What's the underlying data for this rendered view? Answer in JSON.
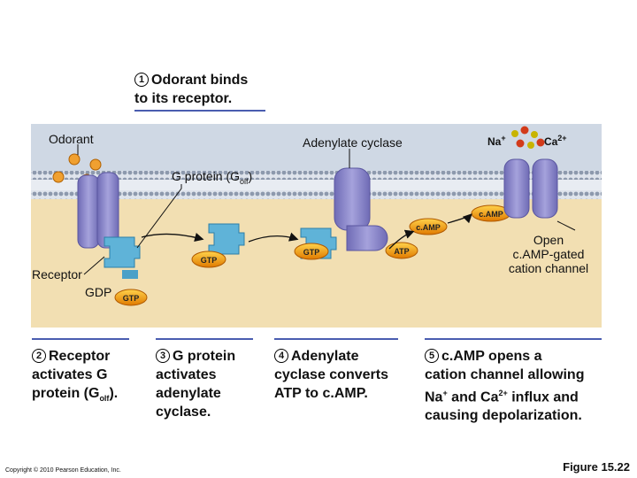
{
  "colors": {
    "extracellular": "#cfd8e4",
    "cytoplasm": "#f2dfb2",
    "membrane_head": "#9aa6b8",
    "membrane_core": "#dfe4ec",
    "protein": "#8a86c8",
    "g_protein": "#5fb3d8",
    "molecule_label_fill": "#f0a000",
    "rule": "#4a5db0"
  },
  "labels": {
    "odorant": "Odorant",
    "adenylate_cyclase": "Adenylate cyclase",
    "g_protein_main": "G protein (G",
    "g_protein_sub": "olf",
    "g_protein_close": ")",
    "receptor": "Receptor",
    "gdp": "GDP",
    "na": "Na",
    "na_sup": "+",
    "ca": "Ca",
    "ca_sup": "2+",
    "open_channel_l1": "Open",
    "open_channel_l2": "c.AMP-gated",
    "open_channel_l3": "cation channel"
  },
  "molecules": {
    "gtp": "GTP",
    "atp": "ATP",
    "camp": "c.AMP"
  },
  "steps": {
    "s1_num": "1",
    "s1_line1": "Odorant binds",
    "s1_line2": "to its receptor.",
    "s2_num": "2",
    "s2_line1": "Receptor",
    "s2_line2": "activates G",
    "s2_line3a": "protein (G",
    "s2_line3sub": "olf",
    "s2_line3b": ").",
    "s3_num": "3",
    "s3_line1": "G protein",
    "s3_line2": "activates",
    "s3_line3": "adenylate",
    "s3_line4": "cyclase.",
    "s4_num": "4",
    "s4_line1": "Adenylate",
    "s4_line2": "cyclase converts",
    "s4_line3": "ATP to c.AMP.",
    "s5_num": "5",
    "s5_line1": "c.AMP opens a",
    "s5_line2": "cation channel allowing",
    "s5_line3a": "Na",
    "s5_line3sup1": "+",
    "s5_line3b": " and Ca",
    "s5_line3sup2": "2+",
    "s5_line3c": " influx and",
    "s5_line4": "causing depolarization."
  },
  "footer": {
    "copyright": "Copyright © 2010 Pearson Education, Inc.",
    "figure": "Figure 15.22"
  }
}
